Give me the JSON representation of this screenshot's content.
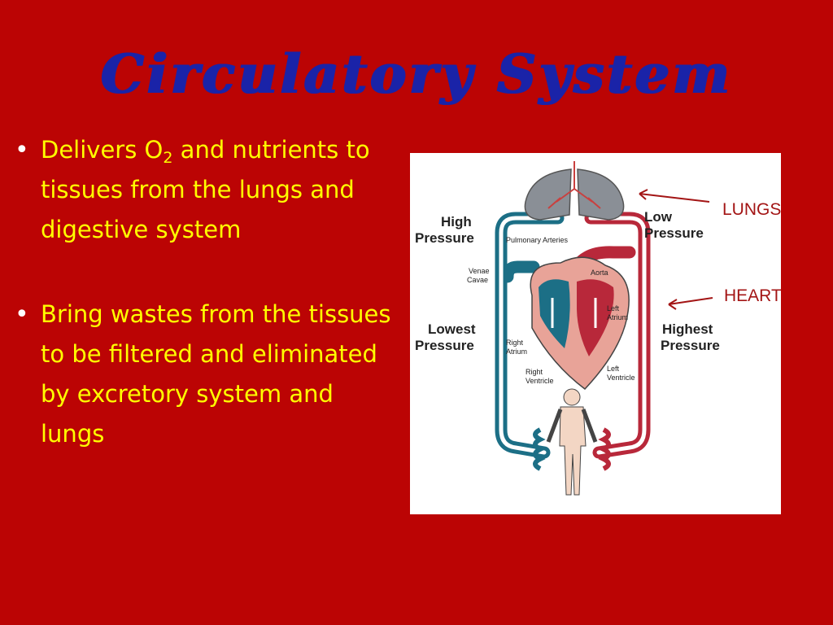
{
  "slide": {
    "title": "Circulatory System",
    "bullets": [
      {
        "pre": "Delivers O",
        "sub": "2",
        "post": " and nutrients to tissues from the lungs and digestive system"
      },
      {
        "text": "Bring wastes from the tissues to be filtered and eliminated by excretory system and lungs"
      }
    ]
  },
  "diagram": {
    "high_pressure": [
      "High",
      "Pressure"
    ],
    "low_pressure": [
      "Low",
      "Pressure"
    ],
    "lowest_pressure": [
      "Lowest",
      "Pressure"
    ],
    "highest_pressure": [
      "Highest",
      "Pressure"
    ],
    "pulmonary_arteries": "Pulmonary Arteries",
    "venae_cavae": [
      "Venae",
      "Cavae"
    ],
    "aorta": "Aorta",
    "left_atrium": [
      "Left",
      "Atrium"
    ],
    "right_atrium": [
      "Right",
      "Atrium"
    ],
    "right_ventricle": [
      "Right",
      "Ventricle"
    ],
    "left_ventricle": [
      "Left",
      "Ventricle"
    ],
    "lungs_callout": "LUNGS",
    "heart_callout": "HEART"
  },
  "colors": {
    "background": "#bb0404",
    "title": "#1a23a8",
    "bullet_text": "#ffff00",
    "oxygenated": "#b8283a",
    "deoxygenated": "#1c6f86"
  }
}
